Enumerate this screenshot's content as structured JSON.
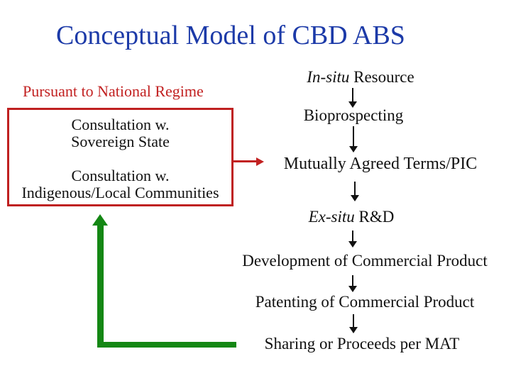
{
  "title": "Conceptual Model of CBD ABS",
  "left_panel": {
    "heading": "Pursuant to National Regime",
    "box": {
      "item1_line1": "Consultation w.",
      "item1_line2": "Sovereign State",
      "item2_line1": "Consultation w.",
      "item2_line2": "Indigenous/Local Communities"
    }
  },
  "flow": {
    "step1_italic": "In-situ",
    "step1_rest": " Resource",
    "step2": "Bioprospecting",
    "step3": "Mutually Agreed Terms/PIC",
    "step4_italic": "Ex-situ",
    "step4_rest": " R&D",
    "step5": "Development of Commercial Product",
    "step6": "Patenting of Commercial Product",
    "step7": "Sharing or Proceeds per MAT"
  },
  "colors": {
    "title_blue": "#1c3aa8",
    "red": "#c22121",
    "green": "#148714",
    "black": "#111111"
  }
}
